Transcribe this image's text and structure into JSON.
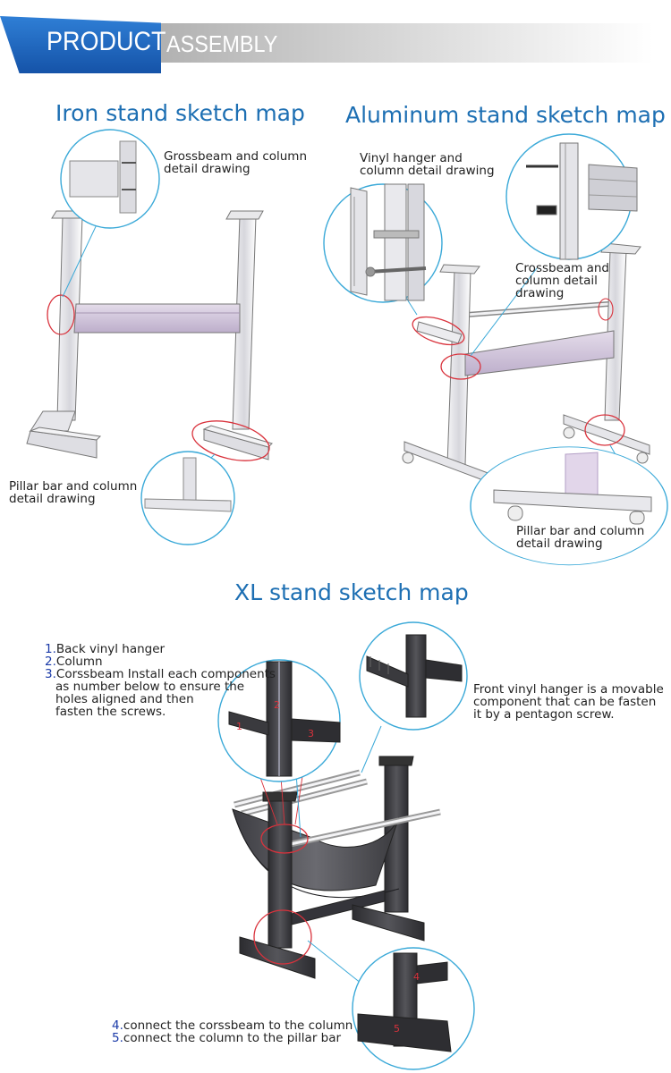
{
  "banner": {
    "product": "PRODUCT",
    "assembly": "ASSEMBLY"
  },
  "iron": {
    "title": "Iron stand sketch map",
    "crossbeam_note": [
      "Grossbeam and column",
      "detail drawing"
    ],
    "pillar_note": [
      "Pillar bar and column",
      "detail drawing"
    ]
  },
  "aluminum": {
    "title": "Aluminum stand sketch map",
    "vinyl_note": [
      "Vinyl hanger and",
      "column detail drawing"
    ],
    "crossbeam_note": [
      "Crossbeam and",
      "column detail",
      "drawing"
    ],
    "pillar_note": [
      "Pillar bar and column",
      "detail drawing"
    ]
  },
  "xl": {
    "title": "XL stand sketch map",
    "steps": [
      {
        "num": "1.",
        "text": "Back vinyl hanger"
      },
      {
        "num": "2.",
        "text": "Column"
      },
      {
        "num": "3.",
        "text": "Corssbeam Install each components"
      }
    ],
    "step3_cont": [
      "as number below to ensure the",
      "holes aligned and then",
      "fasten the screws."
    ],
    "front_note": [
      "Front vinyl hanger is a movable",
      "component that can be fasten",
      "it by a pentagon screw."
    ],
    "bottom_steps": [
      {
        "num": "4.",
        "text": "connect the corssbeam to the column"
      },
      {
        "num": "5.",
        "text": "connect the column to the pillar bar"
      }
    ],
    "part_labels": [
      "1",
      "2",
      "3",
      "4",
      "5"
    ]
  },
  "colors": {
    "heading": "#1d6fb3",
    "callout_circle": "#3aa9d8",
    "highlight_ellipse": "#d9323c",
    "beam_violet": "#cfc2da",
    "frame_dark": "#3a3a3e",
    "step_number": "#1a3aa8"
  }
}
